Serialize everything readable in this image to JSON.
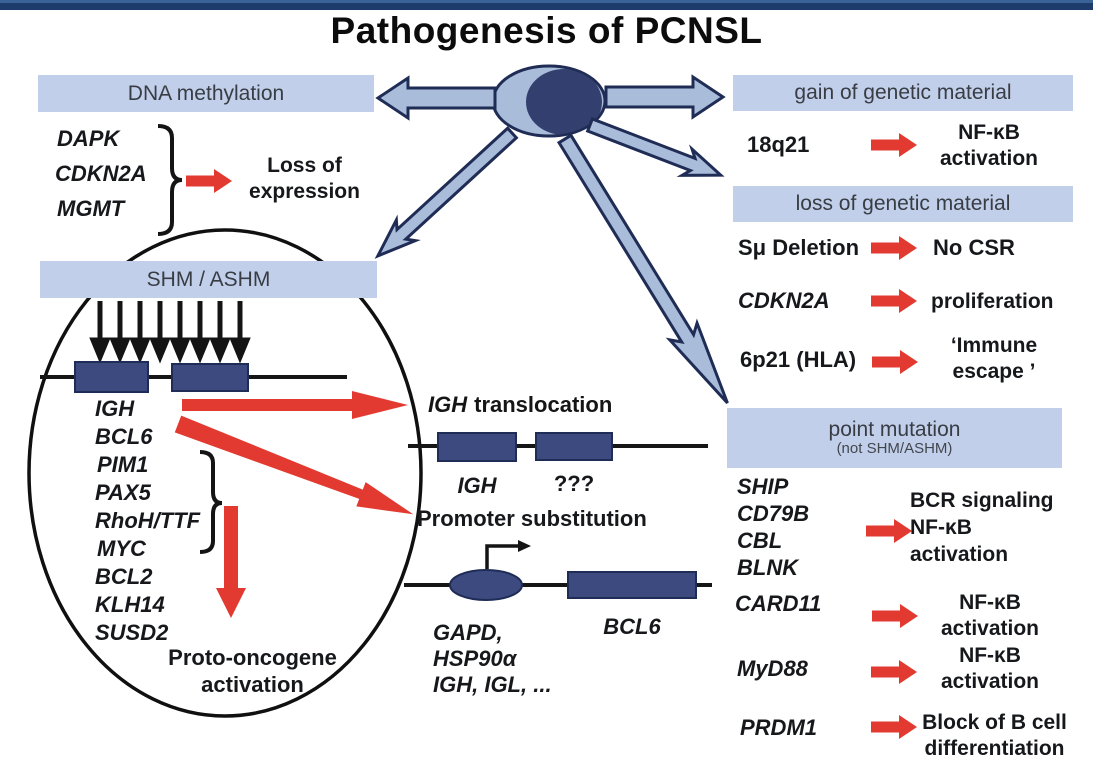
{
  "title": "Pathogenesis of PCNSL",
  "icons": {
    "cell": "b-cell-icon"
  },
  "colors": {
    "top_bar": "#1d3c6b",
    "header_box": "#c2cfea",
    "gene_box": "#3c4a80",
    "red_arrow": "#e23a30",
    "blue_arrow_fill": "#a9bcd9",
    "arrow_outline": "#1f2c55"
  },
  "dna_methylation": {
    "header": "DNA methylation",
    "genes": [
      "DAPK",
      "CDKN2A",
      "MGMT"
    ],
    "result": "Loss of\nexpression"
  },
  "shm": {
    "header": "SHM / ASHM",
    "genes": [
      "IGH",
      "BCL6",
      "PIM1",
      "PAX5",
      "RhoH/TTF",
      "MYC",
      "BCL2",
      "KLH14",
      "SUSD2"
    ],
    "result": "Proto-oncogene\nactivation"
  },
  "translocation": {
    "gene": "IGH",
    "label": "translocation",
    "box_labels": [
      "IGH",
      "???"
    ]
  },
  "promoter": {
    "title": "Promoter substitution",
    "genes": "GAPD,\nHSP90α\nIGH, IGL, ...",
    "target": "BCL6"
  },
  "gain": {
    "header": "gain of genetic material",
    "locus": "18q21",
    "result": "NF-κB\nactivation"
  },
  "loss": {
    "header": "loss of genetic material",
    "rows": [
      {
        "locus": "Sμ Deletion",
        "result": "No CSR"
      },
      {
        "locus": "CDKN2A",
        "result": "proliferation"
      },
      {
        "locus": "6p21 (HLA)",
        "result": "‘Immune\nescape ’"
      }
    ]
  },
  "point_mutation": {
    "header": "point mutation",
    "subheader": "(not SHM/ASHM)",
    "group_genes": [
      "SHIP",
      "CD79B",
      "CBL",
      "BLNK"
    ],
    "group_result": "BCR signaling\nNF-κB\nactivation",
    "rows": [
      {
        "gene": "CARD11",
        "result": "NF-κB\nactivation"
      },
      {
        "gene": "MyD88",
        "result": "NF-κB\nactivation"
      },
      {
        "gene": "PRDM1",
        "result": "Block of B cell\ndifferentiation"
      }
    ]
  }
}
